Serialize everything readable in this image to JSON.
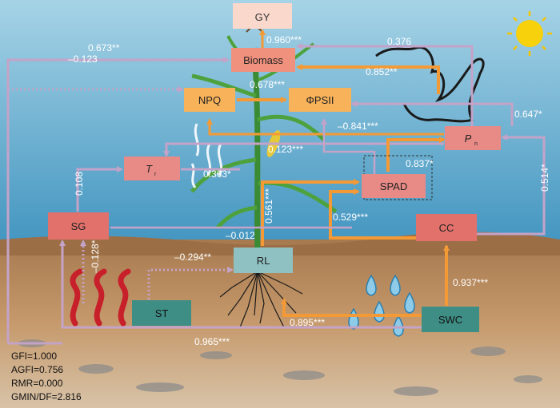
{
  "nodes": {
    "gy": "GY",
    "biomass": "Biomass",
    "npq": "NPQ",
    "phipsii": "ΦPSII",
    "pn": "P",
    "pn_sub": "n",
    "tr": "T",
    "tr_sub": "r",
    "spad": "SPAD",
    "sg": "SG",
    "cc": "CC",
    "rl": "RL",
    "st": "ST",
    "swc": "SWC"
  },
  "paths": {
    "biomass_gy": "0.960***",
    "left_biomass": "0.673**",
    "left_neg": "–0.123",
    "pn_biomass": "0.376",
    "phipsii_biomass": "0.852**",
    "npq_phipsii": "0.678***",
    "pn_phipsii": "0.647*",
    "pn_npq": "–0.841***",
    "spad_npq": "0.123***",
    "spad_pn": "0.837*",
    "cc_pn": "0.514*",
    "tr_rl": "0.363*",
    "rl_spad": "0.561***",
    "cc_spad": "0.529***",
    "sg_tr": "0.108",
    "sg_rl": "–0.012",
    "st_sg": "–0.128*",
    "st_rl": "–0.294**",
    "swc_cc": "0.937***",
    "swc_rl": "0.895***",
    "st_bottom": "0.965***"
  },
  "fit": {
    "gfi": "GFI=1.000",
    "agfi": "AGFI=0.756",
    "rmr": "RMR=0.000",
    "gmin": "GMIN/DF=2.816"
  },
  "colors": {
    "sky": "#5aa7c9",
    "soil": "#b8875a",
    "orange": "#f39a36",
    "purple": "#c4a3c8",
    "salmon": "#e57a73",
    "teal": "#3e8e86",
    "gy_box": "#fbd8cc",
    "npq_box": "#f8b35a"
  }
}
